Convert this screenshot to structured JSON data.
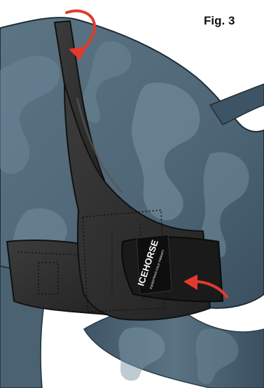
{
  "figure": {
    "label": "Fig. 3"
  },
  "brand": {
    "logo_line1": "ICE",
    "logo_line2": "HORSE",
    "logo_tagline": "EQUESTRIAN COLD THERAPY"
  },
  "colors": {
    "horse_base": "#4e6676",
    "horse_light": "#7d97a6",
    "horse_dark": "#2e4252",
    "wrap_main": "#2d2d2d",
    "wrap_highlight": "#4a4a4a",
    "stitching": "#111111",
    "arrow": "#e23a2e",
    "strap_label": "#151515"
  },
  "icons": {
    "top_arrow": "curved-arrow-down",
    "side_arrow": "curved-arrow-left"
  }
}
